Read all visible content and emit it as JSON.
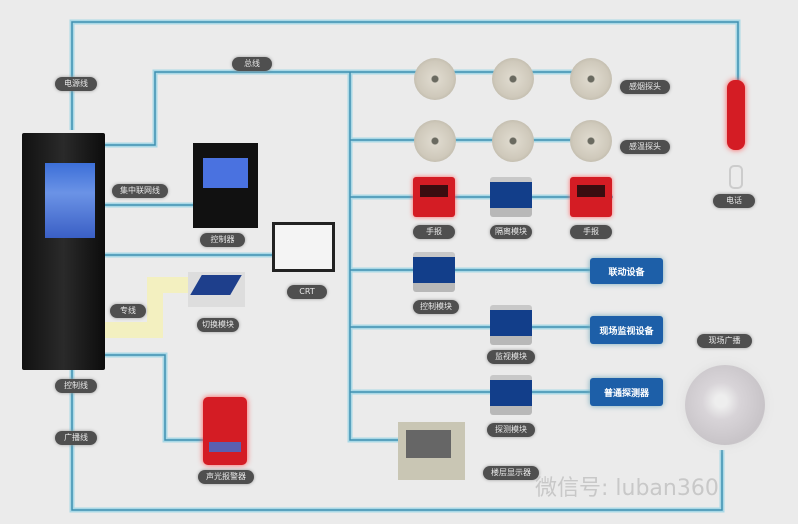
{
  "lines": {
    "power": "电源线",
    "bus": "总线",
    "network": "集中联网线",
    "control": "控制线",
    "broadcast": "广播线",
    "dedicated": "专线"
  },
  "devices": {
    "controller": "控制器",
    "crt": "CRT",
    "switch_module": "切换模块",
    "sounder": "声光报警器",
    "smoke": "感烟探头",
    "heat": "感温探头",
    "manual": "手报",
    "isolation": "隔离模块",
    "control_module": "控制模块",
    "monitor_module": "监视模块",
    "detect_module": "探测模块",
    "floor_display": "楼层显示器",
    "phone": "电话",
    "speaker": "现场广播"
  },
  "targets": {
    "linkage": "联动设备",
    "field_monitor": "现场监视设备",
    "ordinary_detector": "普通探测器"
  },
  "watermark": "微信号: luban360",
  "colors": {
    "wire": "#3f8fb0",
    "wire_light": "#a9d8e6",
    "box_blue": "#1d5fa8",
    "alarm_red": "#d41c24"
  }
}
